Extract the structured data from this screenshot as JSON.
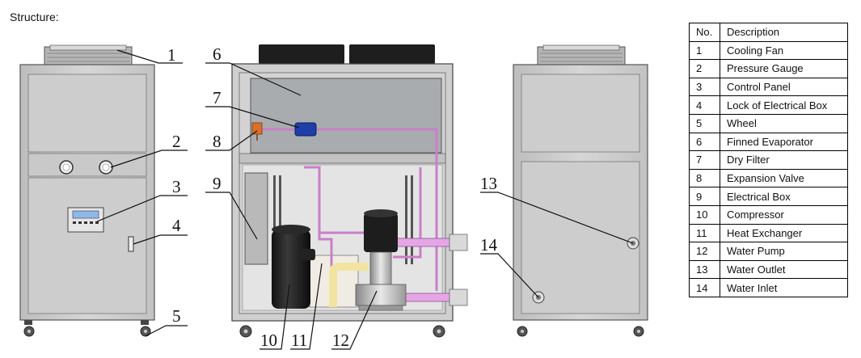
{
  "title": "Structure:",
  "table": {
    "headers": [
      "No.",
      "Description"
    ],
    "rows": [
      [
        "1",
        "Cooling Fan"
      ],
      [
        "2",
        "Pressure Gauge"
      ],
      [
        "3",
        "Control Panel"
      ],
      [
        "4",
        "Lock of Electrical Box"
      ],
      [
        "5",
        "Wheel"
      ],
      [
        "6",
        "Finned Evaporator"
      ],
      [
        "7",
        "Dry Filter"
      ],
      [
        "8",
        "Expansion Valve"
      ],
      [
        "9",
        "Electrical Box"
      ],
      [
        "10",
        "Compressor"
      ],
      [
        "11",
        "Heat Exchanger"
      ],
      [
        "12",
        "Water Pump"
      ],
      [
        "13",
        "Water Outlet"
      ],
      [
        "14",
        "Water Inlet"
      ]
    ]
  },
  "callouts": [
    "1",
    "2",
    "3",
    "4",
    "5",
    "6",
    "7",
    "8",
    "9",
    "10",
    "11",
    "12",
    "13",
    "14"
  ],
  "colors": {
    "panel": "#cfcfcf",
    "frame": "#9a9a9a",
    "interior": "#a9acaf",
    "pipe": "#c97fc9",
    "fan": "#1e1e1e",
    "display": "#8fb9e6"
  }
}
